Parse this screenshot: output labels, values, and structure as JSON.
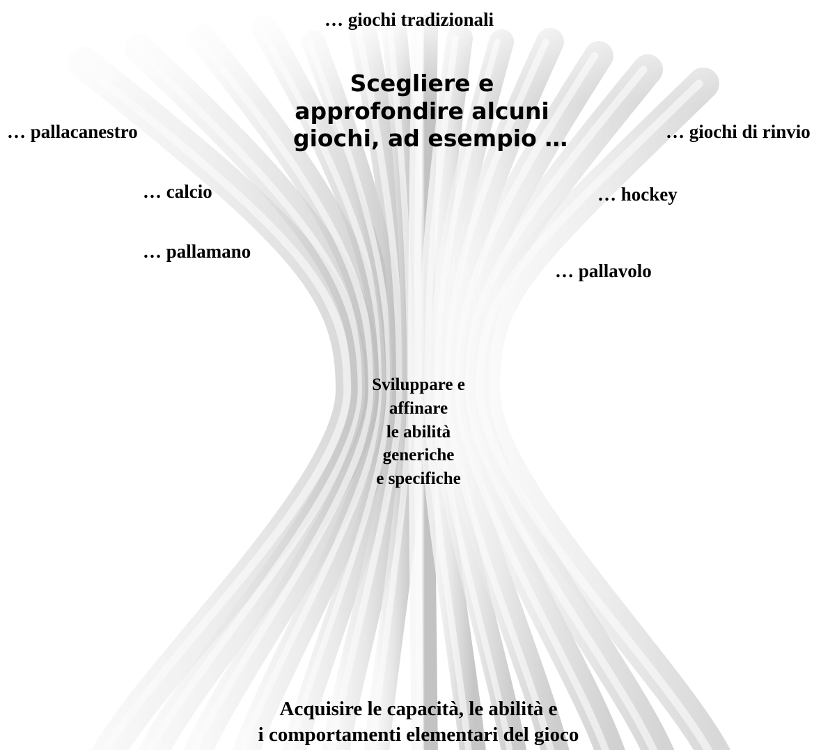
{
  "top_label": "… giochi tradizionali",
  "heading": {
    "lines": [
      "Scegliere e",
      "approfondire alcuni",
      "giochi, ad esempio …"
    ]
  },
  "left_labels": [
    "… pallacanestro",
    "… calcio",
    "… pallamano"
  ],
  "right_labels": [
    "… giochi di rinvio",
    "… hockey",
    "… pallavolo"
  ],
  "center": {
    "lines": [
      "Sviluppare e",
      "affinare",
      "le abilità",
      "generiche",
      "e specifiche"
    ]
  },
  "bottom": {
    "lines": [
      "Acquisire le capacità, le abilità e",
      "i comportamenti elementari del gioco"
    ]
  },
  "colors": {
    "background": "#ffffff",
    "strand_light": "#f7f7f7",
    "strand_dark": "#b8b8b8",
    "text": "#000000"
  }
}
